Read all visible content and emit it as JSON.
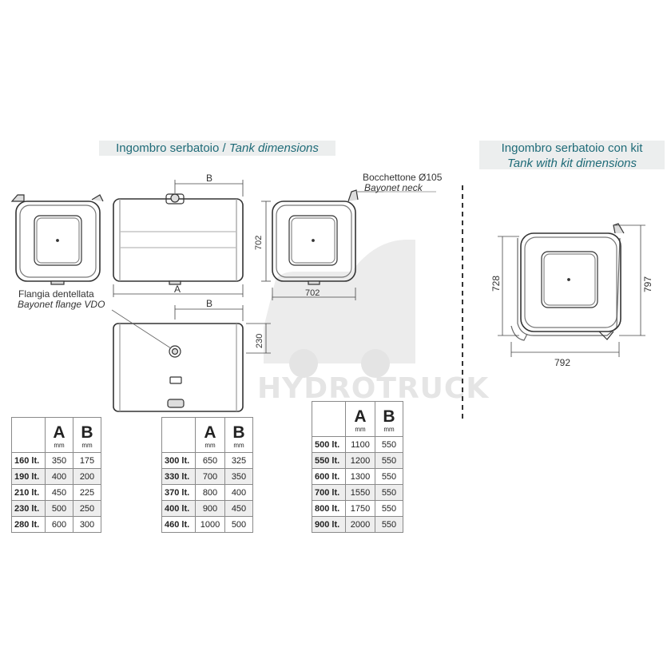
{
  "headers": {
    "tank": {
      "it": "Ingombro serbatoio",
      "sep": " / ",
      "en": "Tank dimensions"
    },
    "kit": {
      "it": "Ingombro serbatoio con kit",
      "en": "Tank with kit dimensions"
    }
  },
  "labels": {
    "neck_it": "Bocchettone Ø105",
    "neck_en": "Bayonet neck",
    "flange_it": "Flangia dentellata",
    "flange_en": "Bayonet flange VDO",
    "dim_a": "A",
    "dim_b_top": "B",
    "dim_b_bottom": "B",
    "dim_702_side": "702",
    "dim_702_bottom": "702",
    "dim_230": "230",
    "kit_728": "728",
    "kit_797": "797",
    "kit_792": "792"
  },
  "watermark": "HYDROTRUCK",
  "tables": [
    {
      "col_a": "A",
      "col_b": "B",
      "unit": "mm",
      "rows": [
        {
          "cap": "160 lt.",
          "a": "350",
          "b": "175"
        },
        {
          "cap": "190 lt.",
          "a": "400",
          "b": "200"
        },
        {
          "cap": "210 lt.",
          "a": "450",
          "b": "225"
        },
        {
          "cap": "230 lt.",
          "a": "500",
          "b": "250"
        },
        {
          "cap": "280 lt.",
          "a": "600",
          "b": "300"
        }
      ]
    },
    {
      "col_a": "A",
      "col_b": "B",
      "unit": "mm",
      "rows": [
        {
          "cap": "300 lt.",
          "a": "650",
          "b": "325"
        },
        {
          "cap": "330 lt.",
          "a": "700",
          "b": "350"
        },
        {
          "cap": "370 lt.",
          "a": "800",
          "b": "400"
        },
        {
          "cap": "400 lt.",
          "a": "900",
          "b": "450"
        },
        {
          "cap": "460 lt.",
          "a": "1000",
          "b": "500"
        }
      ]
    },
    {
      "col_a": "A",
      "col_b": "B",
      "unit": "mm",
      "rows": [
        {
          "cap": "500 lt.",
          "a": "1100",
          "b": "550"
        },
        {
          "cap": "550 lt.",
          "a": "1200",
          "b": "550"
        },
        {
          "cap": "600 lt.",
          "a": "1300",
          "b": "550"
        },
        {
          "cap": "700 lt.",
          "a": "1550",
          "b": "550"
        },
        {
          "cap": "800 lt.",
          "a": "1750",
          "b": "550"
        },
        {
          "cap": "900 lt.",
          "a": "2000",
          "b": "550"
        }
      ]
    }
  ]
}
